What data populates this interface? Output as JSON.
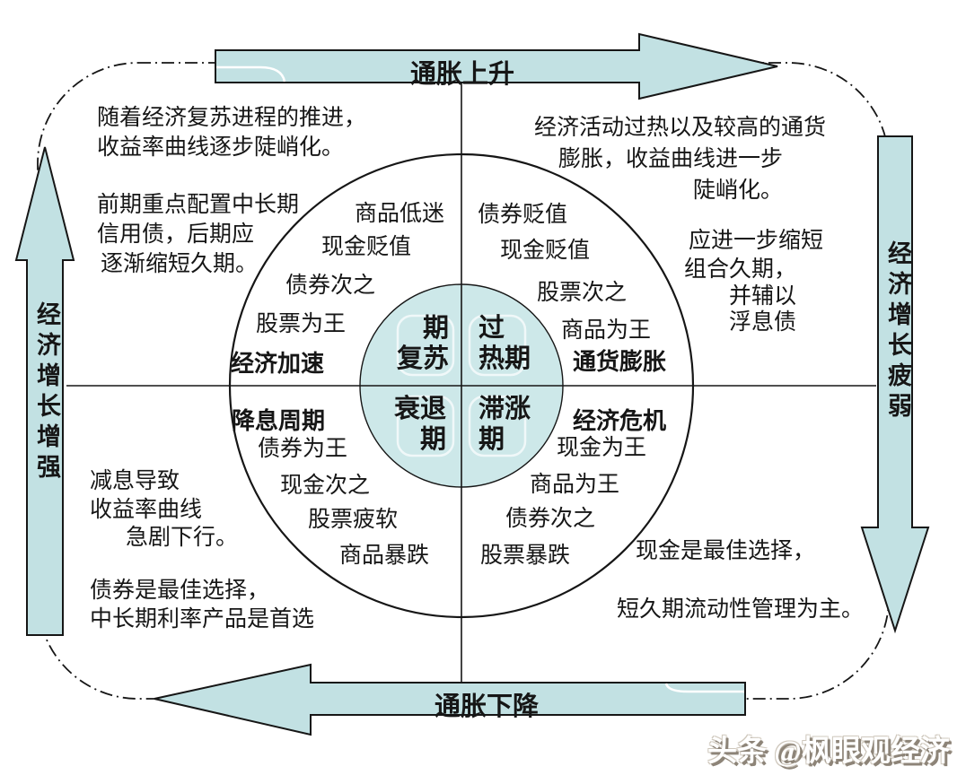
{
  "arrows": {
    "top": "通胀上升",
    "bottom": "通胀下降",
    "left": "经济增长增强",
    "right": "经济增长疲弱"
  },
  "center_phases": {
    "recovery": [
      "期",
      "复苏"
    ],
    "overheat": [
      "过",
      "热期"
    ],
    "recession": [
      "衰退",
      "期"
    ],
    "stagflation": [
      "滞涨",
      "期"
    ]
  },
  "quadrant_labels": {
    "tl": "经济加速",
    "tr": "通货膨胀",
    "bl": "降息周期",
    "br": "经济危机"
  },
  "rankings": {
    "tl": [
      "商品低迷",
      "现金贬值",
      "债券次之",
      "股票为王"
    ],
    "tr": [
      "债券贬值",
      "现金贬值",
      "股票次之",
      "商品为王"
    ],
    "bl": [
      "债券为王",
      "现金次之",
      "股票疲软",
      "商品暴跌"
    ],
    "br": [
      "现金为王",
      "商品为王",
      "债券次之",
      "股票暴跌"
    ]
  },
  "notes": {
    "tl1": [
      "随着经济复苏进程的推进，",
      "收益率曲线逐步陡峭化。"
    ],
    "tl2": [
      "前期重点配置中长期",
      "信用债，后期应",
      "逐渐缩短久期。"
    ],
    "tr1": [
      "经济活动过热以及较高的通货",
      "膨胀，收益曲线进一步",
      "陡峭化。"
    ],
    "r1": [
      "应进一步缩短",
      "组合久期，",
      "并辅以",
      "浮息债"
    ],
    "bl1": [
      "减息导致",
      "收益率曲线",
      "急剧下行。"
    ],
    "bl2": [
      "债券是最佳选择，",
      "中长期利率产品是首选"
    ],
    "br1": [
      "现金是最佳选择，",
      "短久期流动性管理为主。"
    ]
  },
  "watermark": "头条 @枫眼观经济",
  "colors": {
    "arrow_fill": "#c2e1e3",
    "inner_circle_fill": "#cde8e9",
    "line": "#161616"
  }
}
